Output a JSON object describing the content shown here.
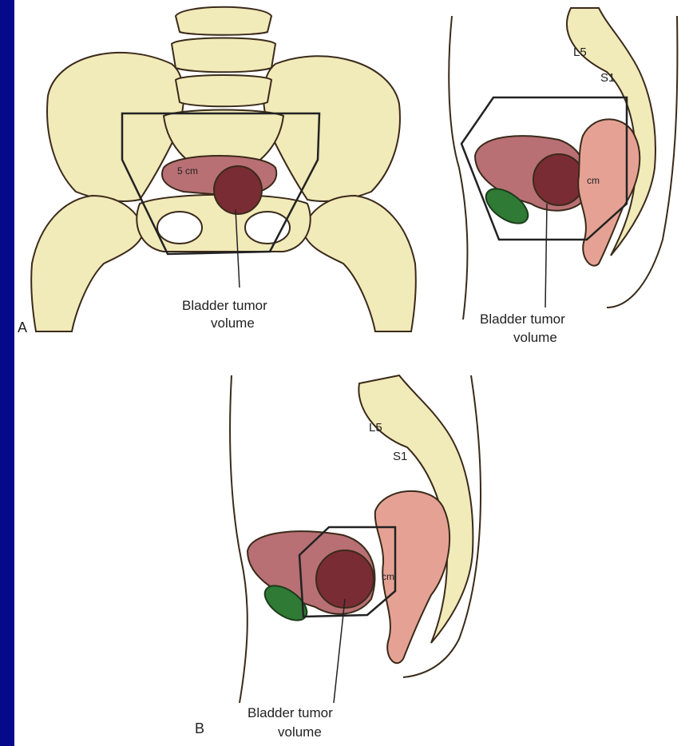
{
  "figure": {
    "panel_a_label": "A",
    "panel_b_label": "B",
    "callout_a_front_line1": "Bladder tumor",
    "callout_a_front_line2": "volume",
    "callout_a_side_line1": "Bladder tumor",
    "callout_a_side_line2": "volume",
    "callout_b_line1": "Bladder tumor",
    "callout_b_line2": "volume",
    "size_label_front": "5 cm",
    "size_label_side": "cm",
    "size_label_b": "cm",
    "vertebra_l5": "L5",
    "vertebra_s1": "S1",
    "vertebra_l5_b": "L5",
    "vertebra_s1_b": "S1"
  },
  "colors": {
    "background": "#050a8a",
    "bone": "#f1eab9",
    "bladder": "#a85a60",
    "tumor": "#7a2c34",
    "bowel": "#e5a294",
    "prostate": "#2f7a35",
    "outline": "#3a2a1a"
  }
}
